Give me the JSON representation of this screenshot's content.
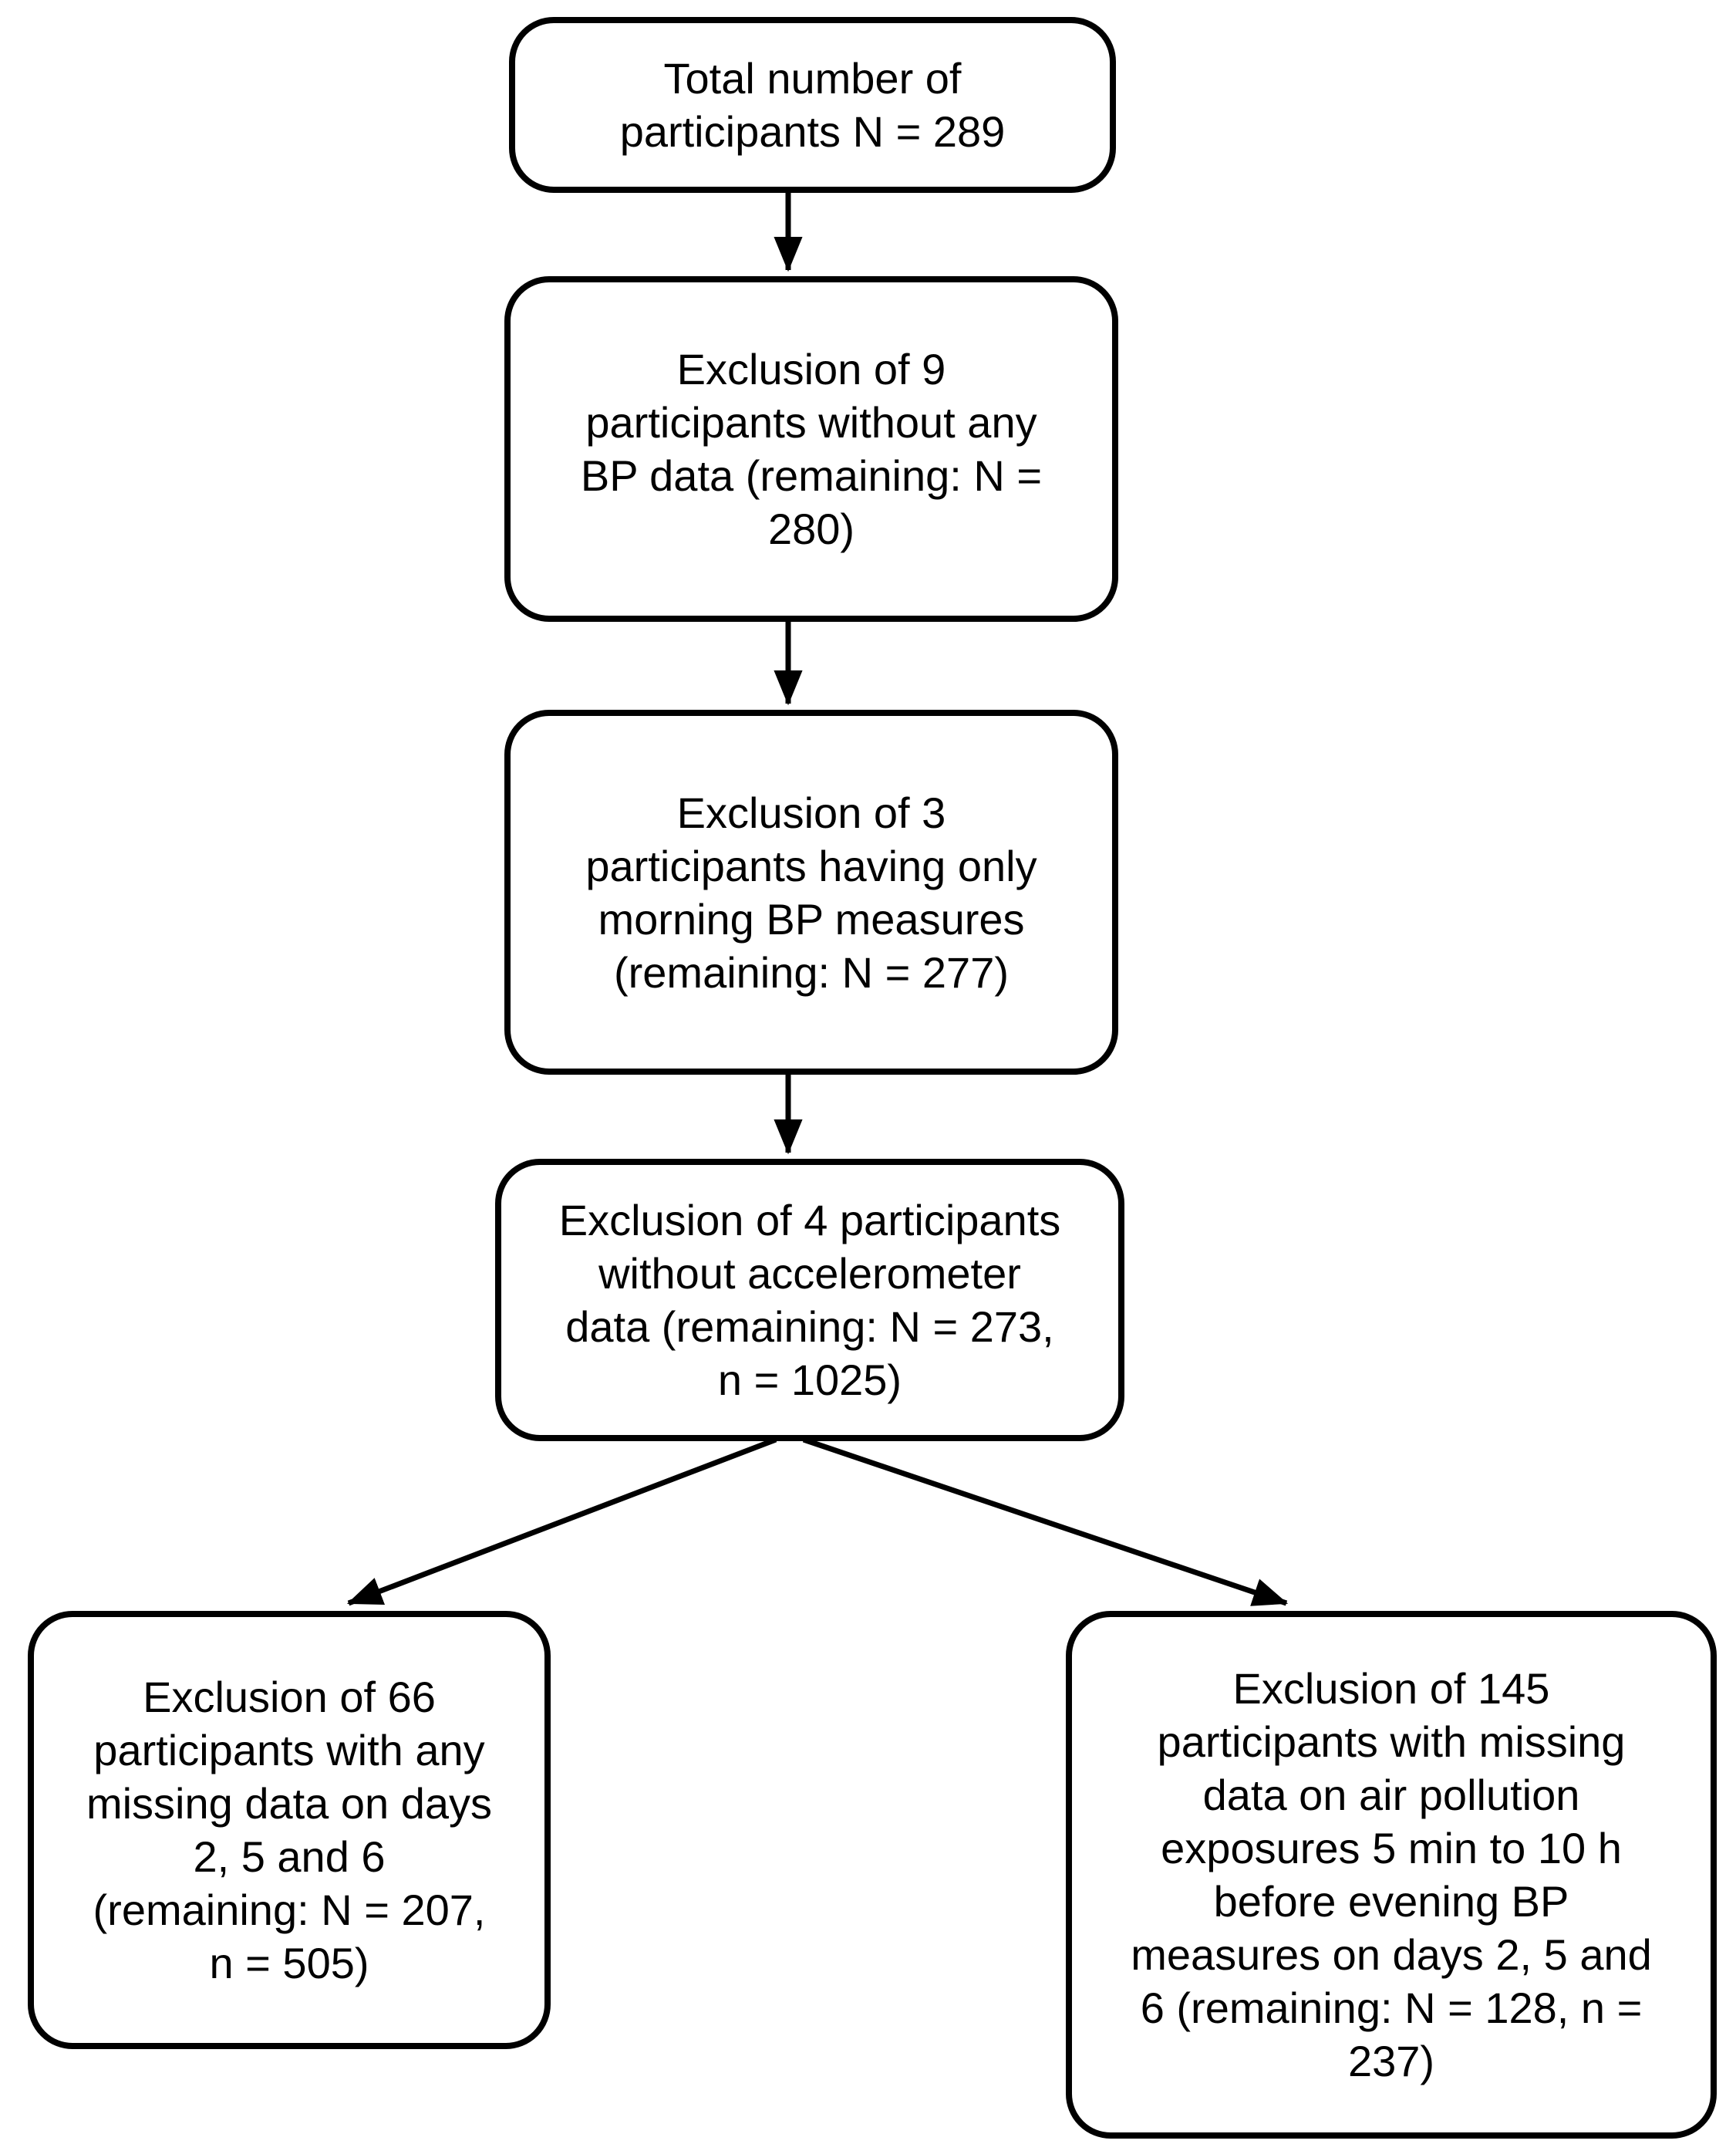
{
  "figure": {
    "type": "flowchart",
    "background_color": "#ffffff",
    "line_color": "#000000",
    "nodes": [
      {
        "id": "total",
        "lines": [
          "Total number of",
          "participants N = 289"
        ]
      },
      {
        "id": "exclusion-no-bp-data",
        "lines": [
          "Exclusion of 9",
          "participants without any",
          "BP data (remaining: N =",
          "280)"
        ]
      },
      {
        "id": "exclusion-morning-only",
        "lines": [
          "Exclusion of 3",
          "participants having only",
          "morning BP measures",
          "(remaining: N = 277)"
        ]
      },
      {
        "id": "exclusion-no-accelerometer",
        "lines": [
          "Exclusion of 4 participants",
          "without accelerometer",
          "data (remaining: N = 273,",
          "n = 1025)"
        ]
      },
      {
        "id": "exclusion-missing-days",
        "lines": [
          "Exclusion of 66",
          "participants with any",
          "missing data on days",
          "2, 5 and 6",
          "(remaining: N = 207,",
          "n = 505)"
        ]
      },
      {
        "id": "exclusion-air-pollution",
        "lines": [
          "Exclusion of 145",
          "participants with missing",
          "data on air pollution",
          "exposures 5 min to 10 h",
          "before evening BP",
          "measures on days 2, 5 and",
          "6 (remaining: N = 128, n =",
          "237)"
        ]
      }
    ]
  }
}
